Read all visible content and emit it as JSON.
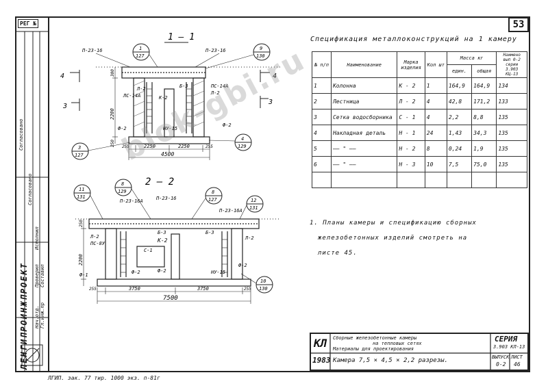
{
  "sheet_number": "53",
  "left_strip": {
    "top_label": "РЕГ №",
    "labels": [
      "Согласовано",
      "Согласовано",
      "ЛЕНГИПРОИНЖПРОЕКТ"
    ],
    "stamp_rows": [
      "Нач.отд.",
      "Гл.инж.пр",
      "Проверил",
      "Составил",
      "Исполнил"
    ]
  },
  "section_1": {
    "title": "1 – 1"
  },
  "section_2": {
    "title": "2 – 2"
  },
  "spec": {
    "title": "Спецификация металлоконструкций на 1 камеру",
    "headers": {
      "num": "№ п/п",
      "name": "Наименование",
      "mark": "Марка изделия",
      "qty": "Кол шт",
      "mass": "Масса кг",
      "mass_unit": "един.",
      "mass_total": "общая",
      "ref": "Наимено вып 0-2 серии 3.903 КЦ-13"
    },
    "rows": [
      {
        "n": "1",
        "name": "Колонна",
        "mark": "К - 2",
        "qty": "1",
        "unit": "164,9",
        "total": "164,9",
        "ref": "134"
      },
      {
        "n": "2",
        "name": "Лестница",
        "mark": "Л - 2",
        "qty": "4",
        "unit": "42,8",
        "total": "171,2",
        "ref": "133"
      },
      {
        "n": "3",
        "name": "Сетка водосборника",
        "mark": "С - 1",
        "qty": "4",
        "unit": "2,2",
        "total": "8,8",
        "ref": "135"
      },
      {
        "n": "4",
        "name": "Накладная деталь",
        "mark": "Н - 1",
        "qty": "24",
        "unit": "1,43",
        "total": "34,3",
        "ref": "135"
      },
      {
        "n": "5",
        "name": "—— \" ——",
        "mark": "Н - 2",
        "qty": "8",
        "unit": "0,24",
        "total": "1,9",
        "ref": "135"
      },
      {
        "n": "6",
        "name": "—— \" ——",
        "mark": "Н - 3",
        "qty": "10",
        "unit": "7,5",
        "total": "75,0",
        "ref": "135"
      }
    ]
  },
  "note": {
    "line1": "1. Планы камеры и спецификацию сборных",
    "line2": "железобетонных изделий смотреть на",
    "line3": "листе 45."
  },
  "title_block": {
    "kl": "КЛ",
    "year": "1983",
    "desc1": "Сборные железобетонные камеры",
    "desc2": "на тепловых сетях",
    "desc3": "Материалы для проектирования",
    "sheet_title": "Камера 7,5 × 4,5 × 2,2 разрезы.",
    "series_label": "СЕРИЯ",
    "series_value": "3.903 КЛ-13",
    "vypusk_label": "ВЫПУСК",
    "vypusk_value": "0-2",
    "list_label": "ЛИСТ",
    "list_value": "46"
  },
  "bottom_note": "ЛГИП. зак. 77 тир. 1000 экз. п-81г",
  "watermark": "blok-gbi.ru",
  "drawing_labels": {
    "s1": {
      "p23_left": "П-23-16",
      "p23_right": "П-23-16",
      "bubble_top_l_n": "1",
      "bubble_top_l_d": "127",
      "bubble_top_r_n": "9",
      "bubble_top_r_d": "130",
      "bubble_bot_l_n": "3",
      "bubble_bot_l_d": "127",
      "bubble_bot_r_n": "4",
      "bubble_bot_r_d": "129",
      "l2": "Л-2",
      "ls14a": "ЛС-14А",
      "l2r": "Л-2",
      "ps14a": "ПС-14А",
      "k2": "К-2",
      "b3": "Б-3",
      "nu15": "НУ-15",
      "f2l": "Ф-2",
      "f2r": "Ф-2",
      "d_total": "4500",
      "d1": "255",
      "d2": "2250",
      "d3": "2250",
      "d4": "255",
      "h1": "2200",
      "h2": "250",
      "h3": "300",
      "arrow4": "4",
      "arrow3": "3"
    },
    "s2": {
      "p23_a": "П-23-16А",
      "p23_b": "П-23-16",
      "p23_c": "П-23-16А",
      "b11_n": "11",
      "b11_d": "131",
      "b8_n": "8",
      "b8_d": "129",
      "b8b_n": "8",
      "b8b_d": "127",
      "b12_n": "12",
      "b12_d": "131",
      "b10_n": "10",
      "b10_d": "130",
      "l2": "Л-2",
      "ps8u": "ПС-8У",
      "l2r": "Л-2",
      "k2": "К-2",
      "b3a": "Б-3",
      "b3b": "Б-3",
      "c1": "С-1",
      "f2a": "Ф-2",
      "f2b": "Ф-2",
      "f1": "Ф-1",
      "nu15": "НУ-15",
      "f2r": "Ф-2",
      "d_total": "7500",
      "d1": "255",
      "d2": "3750",
      "d3": "3750",
      "d4": "255",
      "h1": "2200",
      "h2": "250"
    }
  }
}
